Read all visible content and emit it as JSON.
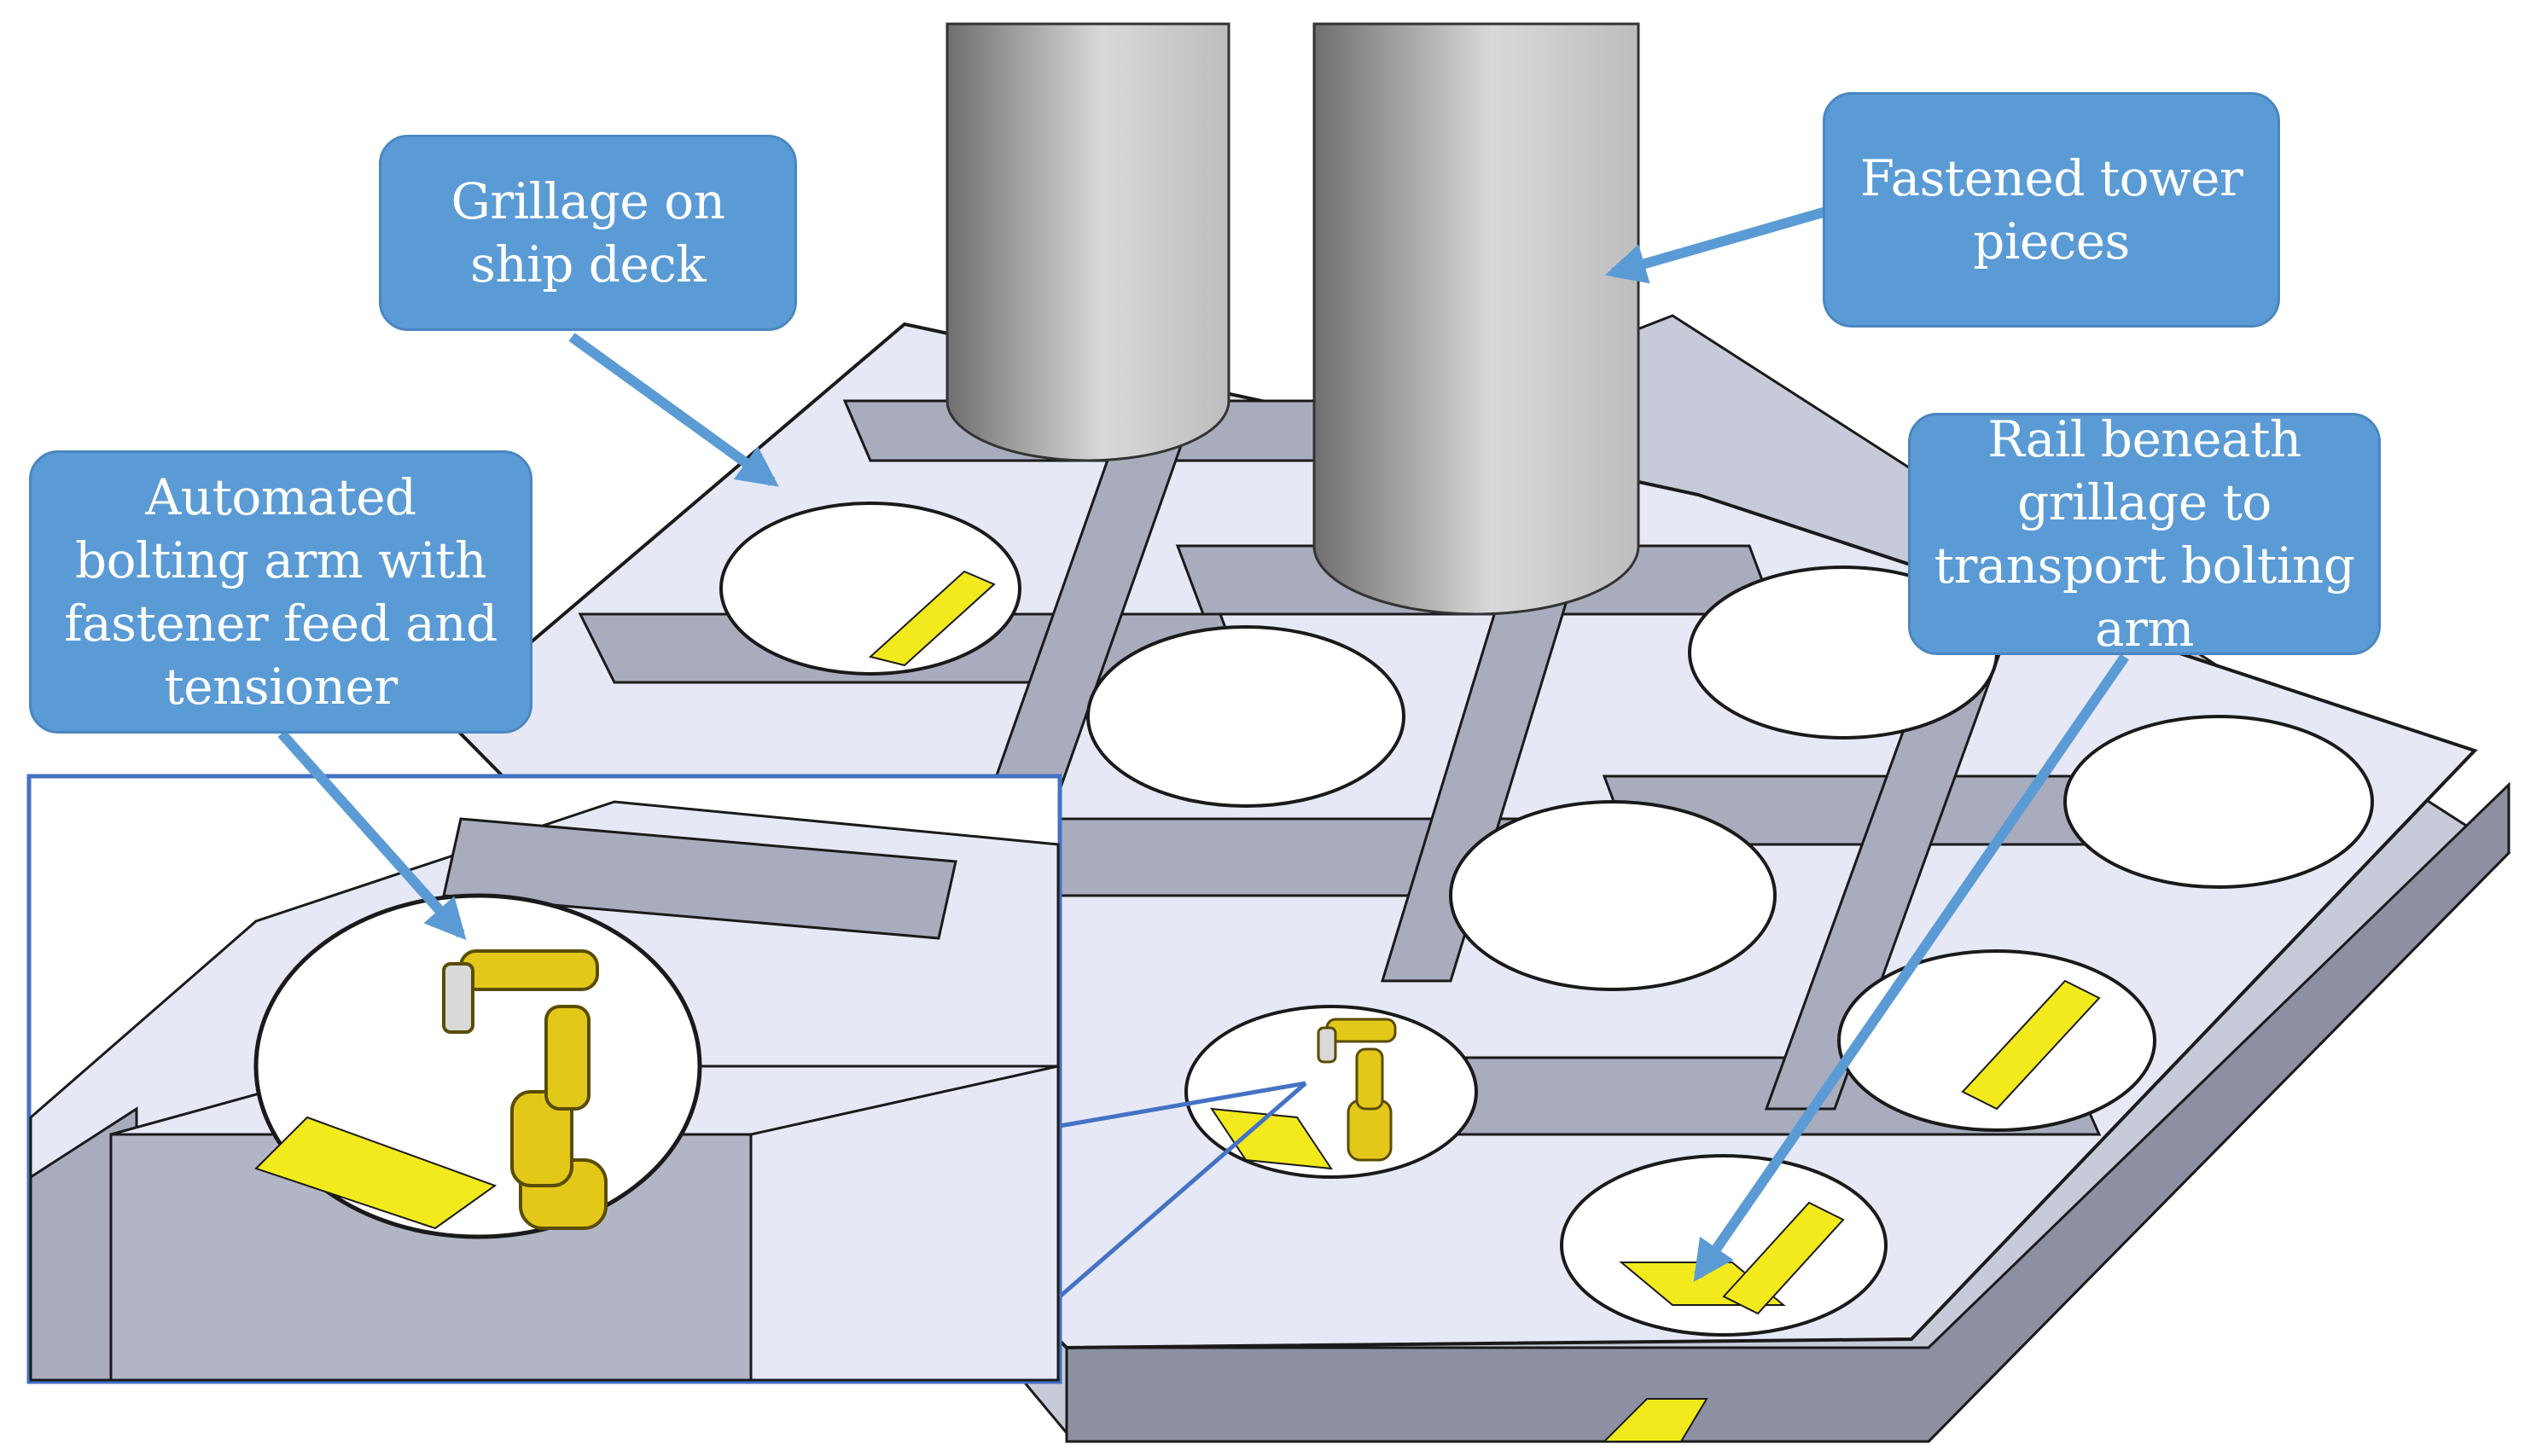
{
  "callouts": {
    "grillage": {
      "lines": [
        "Grillage on",
        "ship deck"
      ]
    },
    "tower": {
      "lines": [
        "Fastened tower",
        "pieces"
      ]
    },
    "bolting_arm": {
      "lines": [
        "Automated",
        "bolting arm with",
        "fastener feed and",
        "tensioner"
      ]
    },
    "rail": {
      "lines": [
        "Rail beneath",
        "grillage to",
        "transport bolting",
        "arm"
      ]
    }
  },
  "colors": {
    "callout_fill": "#5b9bd5",
    "arrow": "#5b9bd5",
    "deck_plate": "#e6e8f6",
    "deck_edge": "#1a1a1a",
    "stiffener": "#a9acbd",
    "rail": "#f2ea1d",
    "robot": "#e3c81a",
    "tower_dark": "#6f6f6f",
    "tower_light": "#d9d9d9",
    "inset_frame": "#4472c4"
  },
  "icons": [
    "robot-arm-icon"
  ]
}
